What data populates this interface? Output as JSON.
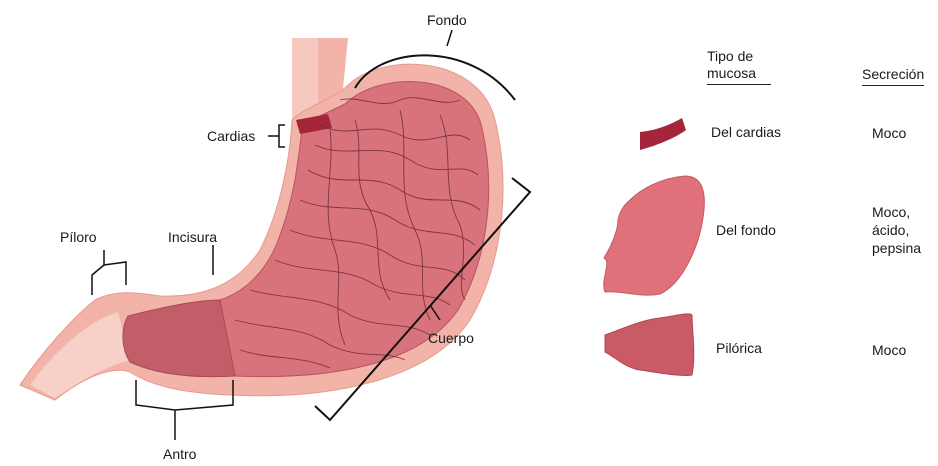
{
  "labels": {
    "fondo": "Fondo",
    "cardias": "Cardias",
    "piloro": "Píloro",
    "incisura": "Incisura",
    "cuerpo": "Cuerpo",
    "antro": "Antro"
  },
  "table": {
    "header_mucosa_line1": "Tipo de",
    "header_mucosa_line2": "mucosa",
    "header_secrecion": "Secreción",
    "rows": [
      {
        "mucosa": "Del cardias",
        "secrecion": [
          "Moco"
        ],
        "swatch": "cardias-swatch",
        "color": "#a3263a"
      },
      {
        "mucosa": "Del fondo",
        "secrecion": [
          "Moco,",
          "ácido,",
          "pepsina"
        ],
        "swatch": "fondo-swatch",
        "color": "#e0707a"
      },
      {
        "mucosa": "Pilórica",
        "secrecion": [
          "Moco"
        ],
        "swatch": "pilorica-swatch",
        "color": "#c95a66"
      }
    ]
  },
  "colors": {
    "outer_wall": "#f2b3a8",
    "mucosa": "#d9737b",
    "antrum": "#c25e68",
    "cardias": "#a3263a",
    "rugae": "#6e2a33"
  }
}
